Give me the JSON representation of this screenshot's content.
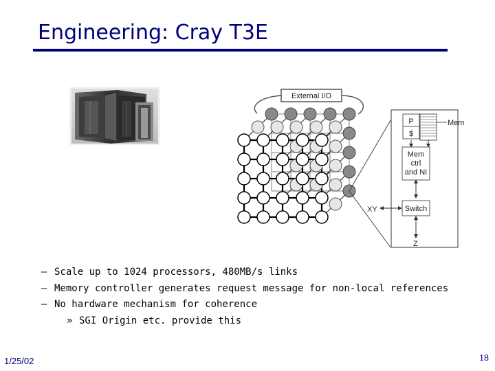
{
  "slide": {
    "title": "Engineering: Cray T3E",
    "bullets": [
      {
        "mark": "–",
        "text": "Scale up to 1024 processors, 480MB/s links"
      },
      {
        "mark": "–",
        "text": "Memory controller generates request message for non-local references"
      },
      {
        "mark": "–",
        "text": "No hardware mechanism for coherence"
      }
    ],
    "sub_bullets": [
      {
        "mark": "»",
        "text": "SGI Origin etc. provide this"
      }
    ],
    "date": "1/25/02",
    "page_number": "18"
  },
  "diagram": {
    "external_io": "External I/O",
    "p": "P",
    "cache": "$",
    "mem_ctrl": [
      "Mem",
      "ctrl",
      "and NI"
    ],
    "mem": "Mem",
    "switch": "Switch",
    "xy": "XY",
    "z": "Z"
  }
}
